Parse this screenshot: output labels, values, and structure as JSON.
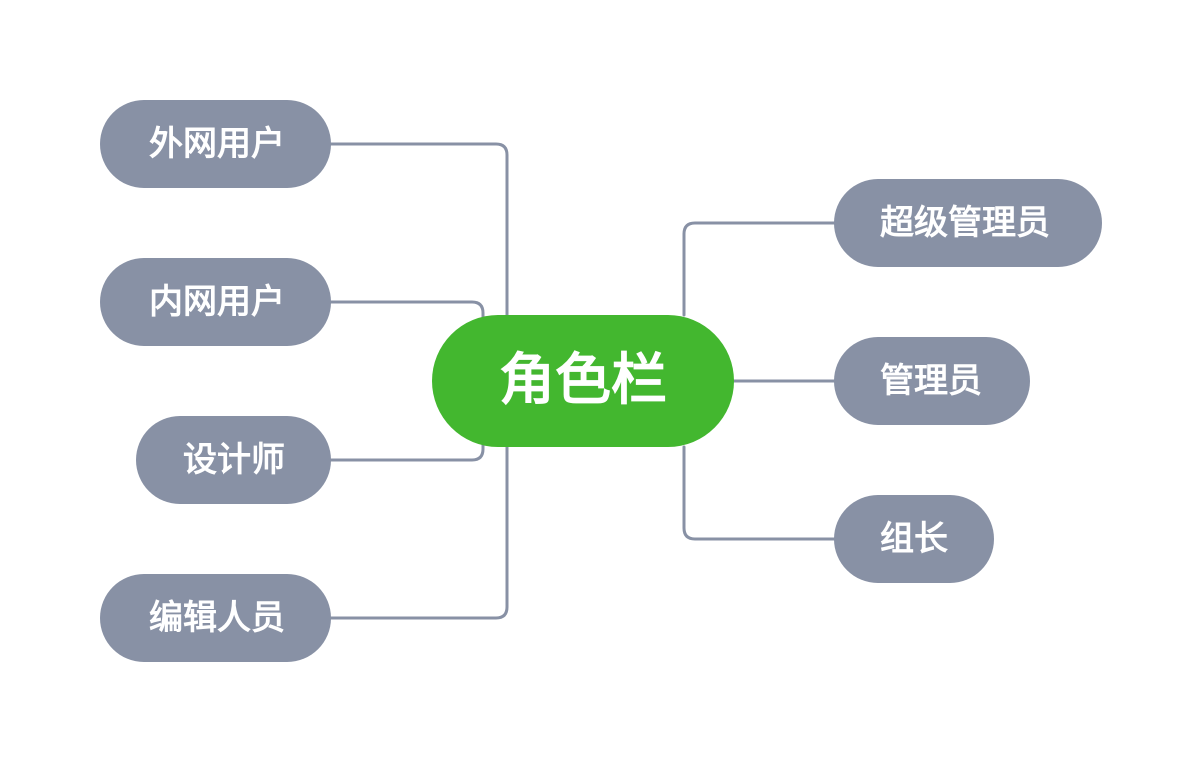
{
  "diagram": {
    "center": {
      "label": "角色栏"
    },
    "left_branches": [
      {
        "label": "外网用户"
      },
      {
        "label": "内网用户"
      },
      {
        "label": "设计师"
      },
      {
        "label": "编辑人员"
      }
    ],
    "right_branches": [
      {
        "label": "超级管理员"
      },
      {
        "label": "管理员"
      },
      {
        "label": "组长"
      }
    ],
    "colors": {
      "center_fill": "#43b72f",
      "branch_fill": "#8891a5",
      "connector": "#8891a5",
      "text": "#ffffff"
    }
  }
}
